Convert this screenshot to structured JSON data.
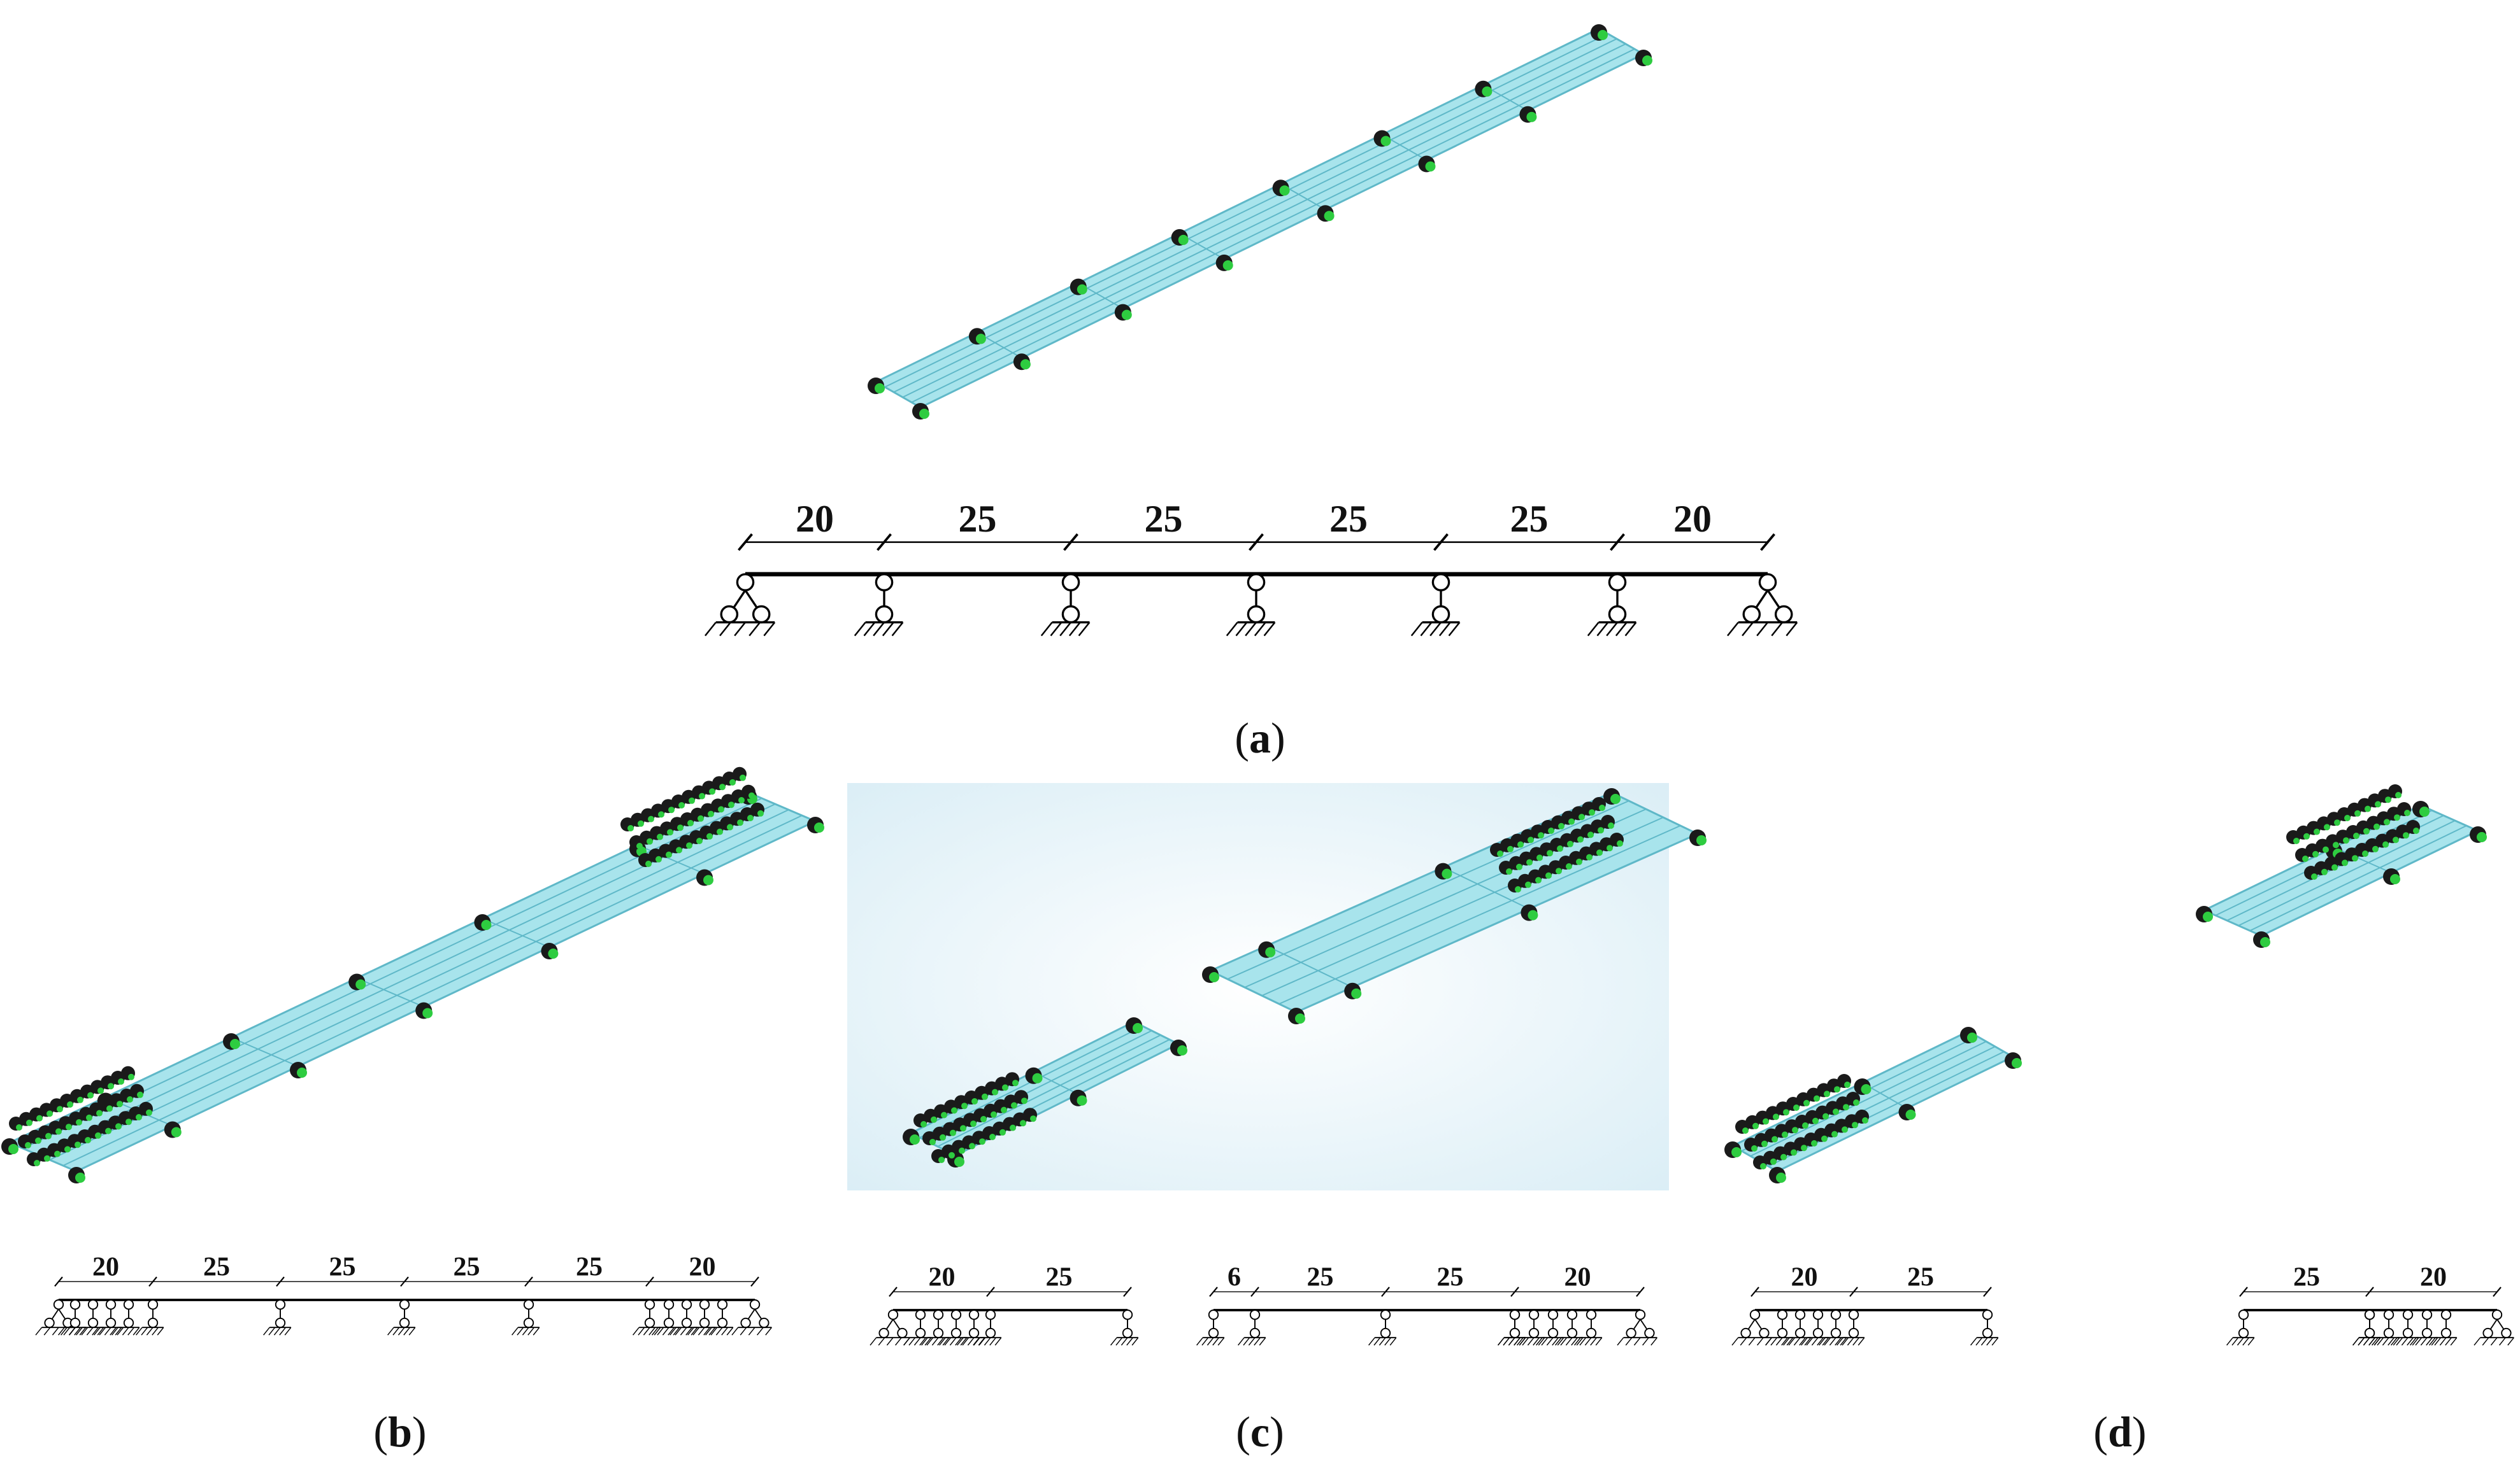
{
  "figure": {
    "panel_a": {
      "caption_open": "(",
      "caption_letter": "a",
      "caption_close": ")",
      "spans": [
        "20",
        "25",
        "25",
        "25",
        "25",
        "20"
      ]
    },
    "panel_b": {
      "caption_open": "(",
      "caption_letter": "b",
      "caption_close": ")",
      "spans": [
        "20",
        "25",
        "25",
        "25",
        "25",
        "20"
      ]
    },
    "panel_c": {
      "caption_open": "(",
      "caption_letter": "c",
      "caption_close": ")",
      "left_spans": [
        "20",
        "25"
      ],
      "right_spans": [
        "6",
        "25",
        "25",
        "20"
      ]
    },
    "panel_d": {
      "caption_open": "(",
      "caption_letter": "d",
      "caption_close": ")",
      "left_spans": [
        "20",
        "25"
      ],
      "right_spans": [
        "25",
        "20"
      ]
    }
  },
  "colors": {
    "deck_fill": "#a8e4ec",
    "deck_line": "#5fb8c8",
    "support_green": "#2ecc40",
    "support_dark": "#1a1a1a",
    "background_c": "#eaf5fb",
    "line": "#000000"
  }
}
